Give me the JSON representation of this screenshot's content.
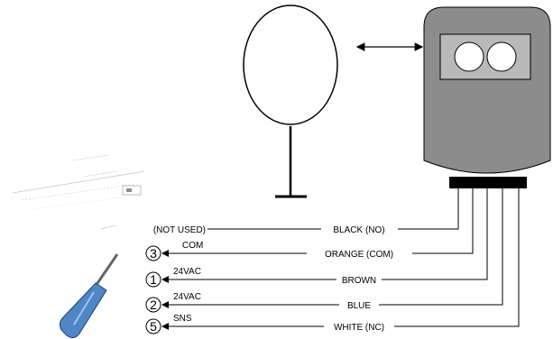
{
  "wires": [
    {
      "color_label": "BLACK (NO)",
      "terminal_number": "",
      "terminal_label": "(NOT USED)"
    },
    {
      "color_label": "ORANGE (COM)",
      "terminal_number": "3",
      "terminal_label": "COM"
    },
    {
      "color_label": "BROWN",
      "terminal_number": "1",
      "terminal_label": "24VAC"
    },
    {
      "color_label": "BLUE",
      "terminal_number": "2",
      "terminal_label": "24VAC"
    },
    {
      "color_label": "WHITE (NC)",
      "terminal_number": "5",
      "terminal_label": "SNS"
    }
  ],
  "colors": {
    "sensor_body": "#8c8c8c",
    "sensor_window": "#b9b9b9",
    "screwdriver_handle": "#4f86c6",
    "screwdriver_shaft": "#666666"
  }
}
